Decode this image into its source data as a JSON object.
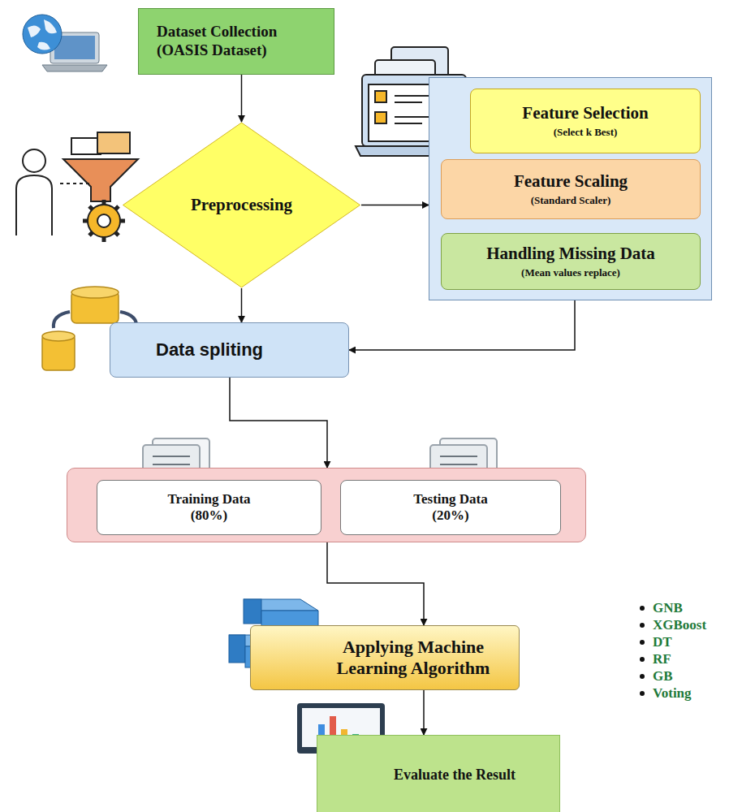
{
  "diagram": {
    "nodes": [
      {
        "text": [
          "Dataset Collection (OASIS Dataset)"
        ]
      },
      {
        "text": [
          "Preprocessing"
        ]
      },
      {
        "text": []
      },
      {
        "text": [
          "Feature Selection",
          "(Select k Best)"
        ],
        "in": 2
      },
      {
        "text": [
          "Feature Scaling",
          "(Standard Scaler)"
        ],
        "in": 2
      },
      {
        "text": [
          "Handling Missing Data",
          "(Mean values replace)"
        ],
        "in": 2
      },
      {
        "text": [
          "Data spliting"
        ]
      },
      {
        "text": []
      },
      {
        "text": [
          "Training Data (80%)"
        ],
        "in": 7
      },
      {
        "text": [
          "Testing Data (20%)"
        ],
        "in": 7
      },
      {
        "text": [
          "Applying Machine Learning Algorithm"
        ]
      },
      {
        "text": [
          "Evaluate the Result"
        ]
      }
    ],
    "edges": [
      {
        "from": 0,
        "to": 1,
        "arrow": "to"
      },
      {
        "from": 1,
        "to": 2,
        "arrow": "to"
      },
      {
        "from": 1,
        "to": 6,
        "arrow": "to"
      },
      {
        "from": 2,
        "to": 6,
        "arrow": "to"
      },
      {
        "from": 6,
        "to": 7,
        "arrow": "to"
      },
      {
        "from": 7,
        "to": 10,
        "arrow": "to"
      },
      {
        "from": 10,
        "to": 11,
        "arrow": "to"
      }
    ],
    "labels": [
      "GNB",
      "XGBoost",
      "DT",
      "RF",
      "GB",
      "Voting"
    ]
  }
}
